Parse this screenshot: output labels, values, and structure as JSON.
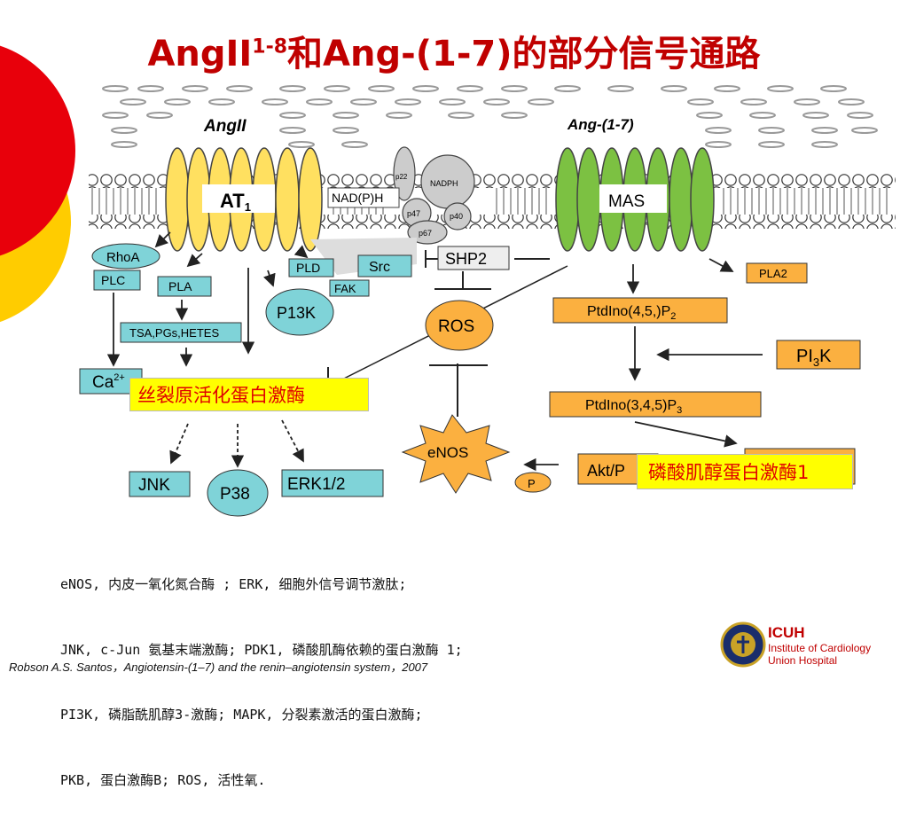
{
  "title": {
    "prefix": "AngII",
    "sup": "1-8",
    "suffix": "和Ang-(1-7)的部分信号通路"
  },
  "diagram": {
    "angII_label": "AngII",
    "ang17_label": "Ang-(1-7)",
    "at1": "AT",
    "at1_sub": "1",
    "mas": "MAS",
    "nadph_label": "NAD(P)H",
    "nadph_subunits": [
      "p22",
      "NADPH",
      "p47",
      "p40",
      "p67"
    ],
    "rhoa": "RhoA",
    "plc": "PLC",
    "pla": "PLA",
    "tsa": "TSA,PGs,HETES",
    "ca": "Ca",
    "ca_sup": "2+",
    "pld": "PLD",
    "src": "Src",
    "fak": "FAK",
    "p13k": "P13K",
    "shp2": "SHP2",
    "ros": "ROS",
    "enos": "eNOS",
    "p_small": "P",
    "pla2": "PLA2",
    "ptdino45": "PtdIno(4,5,)P",
    "ptdino45_sub": "2",
    "pi3k": "PI",
    "pi3k_sub": "3",
    "pi3k_end": "K",
    "ptdino345": "PtdIno(3,4,5)P",
    "ptdino345_sub": "3",
    "akt": "Akt/P",
    "jnk": "JNK",
    "p38": "P38",
    "erk": "ERK1/2",
    "overlay_mapk": "丝裂原活化蛋白激酶",
    "overlay_pdk": "磷酸肌醇蛋白激酶1"
  },
  "legend": [
    "eNOS, 内皮一氧化氮合酶 ; ERK, 细胞外信号调节激肽;",
    "JNK, c-Jun 氨基末端激酶; PDK1, 磷酸肌酶依赖的蛋白激酶 1;",
    "PI3K, 磷脂酰肌醇3-激酶; MAPK, 分裂素激活的蛋白激酶;",
    "PKB, 蛋白激酶B; ROS, 活性氧."
  ],
  "citation": "Robson A.S. Santos，Angiotensin-(1–7) and the renin–angiotensin system，2007",
  "logo": {
    "title": "ICUH",
    "line1": "Institute of Cardiology",
    "line2": "Union Hospital",
    "icon": "hospital-seal-icon"
  },
  "colors": {
    "title_red": "#c00000",
    "receptor_yellow": "#ffe060",
    "receptor_green": "#7cc142",
    "box_teal": "#7fd3d8",
    "box_orange": "#fbb040",
    "overlay_yellow": "#ffff00",
    "overlay_text": "#e00000",
    "deco_red": "#e8000b",
    "deco_gold": "#ffcc00"
  }
}
